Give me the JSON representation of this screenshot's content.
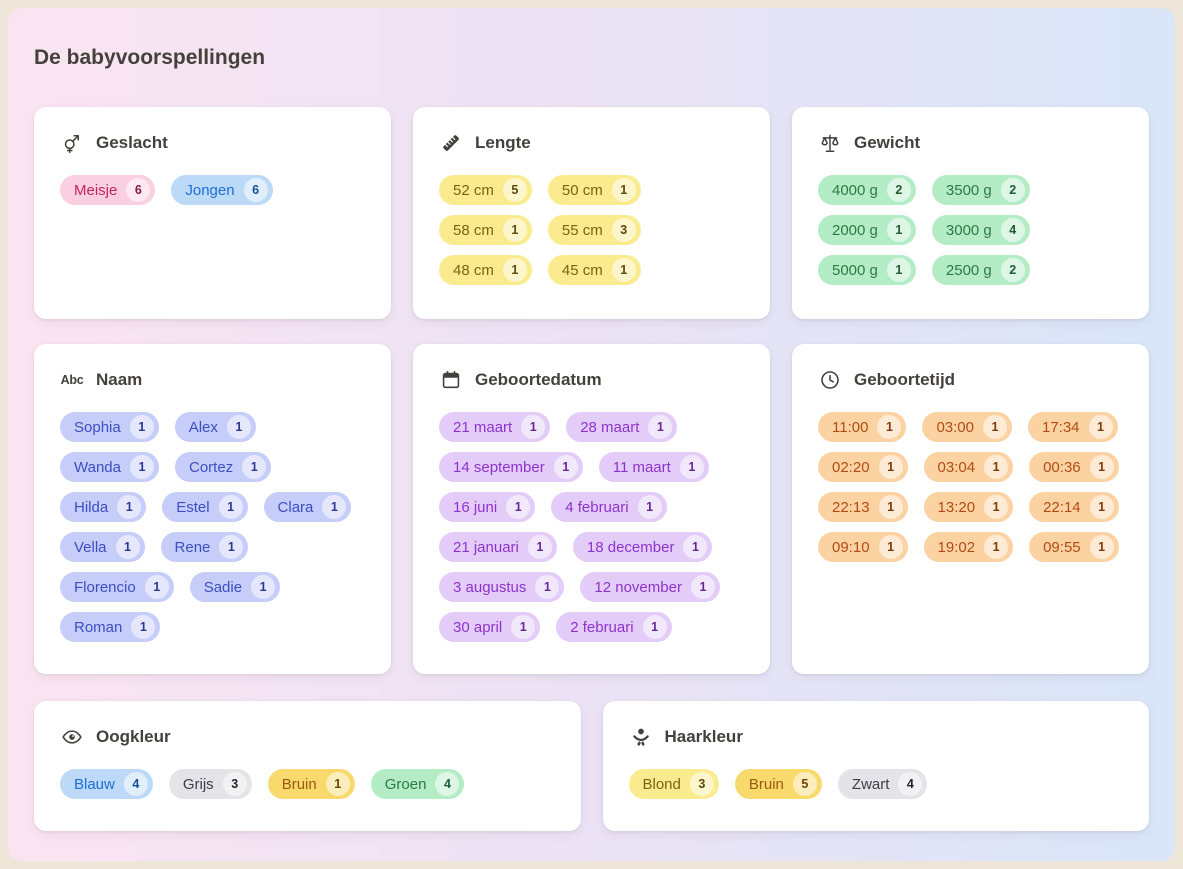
{
  "title": "De babyvoorspellingen",
  "pill_colors": {
    "pink": {
      "bg": "#F9CFE1",
      "text": "#C2255C",
      "badge_text": "#8C1B44"
    },
    "blue": {
      "bg": "#BDD9F8",
      "text": "#1C6FD4",
      "badge_text": "#134F9C"
    },
    "yellow": {
      "bg": "#FAEC8E",
      "text": "#7D6212",
      "badge_text": "#5C480D"
    },
    "green": {
      "bg": "#B4ECC6",
      "text": "#2C7B45",
      "badge_text": "#1F5A33"
    },
    "periwinkle": {
      "bg": "#C6CDF8",
      "text": "#3D4EC2",
      "badge_text": "#2B3892"
    },
    "purple": {
      "bg": "#E3CDF8",
      "text": "#8D33CB",
      "badge_text": "#672596"
    },
    "orange": {
      "bg": "#FBD3A3",
      "text": "#B24B13",
      "badge_text": "#84380E"
    },
    "gray": {
      "bg": "#E3E3E8",
      "text": "#3E3E45",
      "badge_text": "#252529"
    },
    "gold": {
      "bg": "#F8DA6C",
      "text": "#9A5B0C",
      "badge_text": "#704208"
    }
  },
  "cards": [
    {
      "title": "Geslacht",
      "icon": "gender-icon",
      "pills": [
        {
          "label": "Meisje",
          "count": "6",
          "color": "pink"
        },
        {
          "label": "Jongen",
          "count": "6",
          "color": "blue"
        }
      ]
    },
    {
      "title": "Lengte",
      "icon": "ruler-icon",
      "pills": [
        {
          "label": "52 cm",
          "count": "5",
          "color": "yellow"
        },
        {
          "label": "50 cm",
          "count": "1",
          "color": "yellow"
        },
        {
          "label": "58 cm",
          "count": "1",
          "color": "yellow"
        },
        {
          "label": "55 cm",
          "count": "3",
          "color": "yellow"
        },
        {
          "label": "48 cm",
          "count": "1",
          "color": "yellow"
        },
        {
          "label": "45 cm",
          "count": "1",
          "color": "yellow"
        }
      ]
    },
    {
      "title": "Gewicht",
      "icon": "scale-icon",
      "pills": [
        {
          "label": "4000 g",
          "count": "2",
          "color": "green"
        },
        {
          "label": "3500 g",
          "count": "2",
          "color": "green"
        },
        {
          "label": "2000 g",
          "count": "1",
          "color": "green"
        },
        {
          "label": "3000 g",
          "count": "4",
          "color": "green"
        },
        {
          "label": "5000 g",
          "count": "1",
          "color": "green"
        },
        {
          "label": "2500 g",
          "count": "2",
          "color": "green"
        }
      ]
    },
    {
      "title": "Naam",
      "icon": "abc-icon",
      "pills": [
        {
          "label": "Sophia",
          "count": "1",
          "color": "periwinkle"
        },
        {
          "label": "Alex",
          "count": "1",
          "color": "periwinkle"
        },
        {
          "label": "Wanda",
          "count": "1",
          "color": "periwinkle"
        },
        {
          "label": "Cortez",
          "count": "1",
          "color": "periwinkle"
        },
        {
          "label": "Hilda",
          "count": "1",
          "color": "periwinkle"
        },
        {
          "label": "Estel",
          "count": "1",
          "color": "periwinkle"
        },
        {
          "label": "Clara",
          "count": "1",
          "color": "periwinkle"
        },
        {
          "label": "Vella",
          "count": "1",
          "color": "periwinkle"
        },
        {
          "label": "Rene",
          "count": "1",
          "color": "periwinkle"
        },
        {
          "label": "Florencio",
          "count": "1",
          "color": "periwinkle"
        },
        {
          "label": "Sadie",
          "count": "1",
          "color": "periwinkle"
        },
        {
          "label": "Roman",
          "count": "1",
          "color": "periwinkle"
        }
      ]
    },
    {
      "title": "Geboortedatum",
      "icon": "calendar-icon",
      "pills": [
        {
          "label": "21 maart",
          "count": "1",
          "color": "purple"
        },
        {
          "label": "28 maart",
          "count": "1",
          "color": "purple"
        },
        {
          "label": "14 september",
          "count": "1",
          "color": "purple"
        },
        {
          "label": "11 maart",
          "count": "1",
          "color": "purple"
        },
        {
          "label": "16 juni",
          "count": "1",
          "color": "purple"
        },
        {
          "label": "4 februari",
          "count": "1",
          "color": "purple"
        },
        {
          "label": "21 januari",
          "count": "1",
          "color": "purple"
        },
        {
          "label": "18 december",
          "count": "1",
          "color": "purple"
        },
        {
          "label": "3 augustus",
          "count": "1",
          "color": "purple"
        },
        {
          "label": "12 november",
          "count": "1",
          "color": "purple"
        },
        {
          "label": "30 april",
          "count": "1",
          "color": "purple"
        },
        {
          "label": "2 februari",
          "count": "1",
          "color": "purple"
        }
      ]
    },
    {
      "title": "Geboortetijd",
      "icon": "clock-icon",
      "pills": [
        {
          "label": "11:00",
          "count": "1",
          "color": "orange"
        },
        {
          "label": "03:00",
          "count": "1",
          "color": "orange"
        },
        {
          "label": "17:34",
          "count": "1",
          "color": "orange"
        },
        {
          "label": "02:20",
          "count": "1",
          "color": "orange"
        },
        {
          "label": "03:04",
          "count": "1",
          "color": "orange"
        },
        {
          "label": "00:36",
          "count": "1",
          "color": "orange"
        },
        {
          "label": "22:13",
          "count": "1",
          "color": "orange"
        },
        {
          "label": "13:20",
          "count": "1",
          "color": "orange"
        },
        {
          "label": "22:14",
          "count": "1",
          "color": "orange"
        },
        {
          "label": "09:10",
          "count": "1",
          "color": "orange"
        },
        {
          "label": "19:02",
          "count": "1",
          "color": "orange"
        },
        {
          "label": "09:55",
          "count": "1",
          "color": "orange"
        }
      ]
    },
    {
      "title": "Oogkleur",
      "icon": "eye-icon",
      "pills": [
        {
          "label": "Blauw",
          "count": "4",
          "color": "blue"
        },
        {
          "label": "Grijs",
          "count": "3",
          "color": "gray"
        },
        {
          "label": "Bruin",
          "count": "1",
          "color": "gold"
        },
        {
          "label": "Groen",
          "count": "4",
          "color": "green"
        }
      ]
    },
    {
      "title": "Haarkleur",
      "icon": "baby-icon",
      "pills": [
        {
          "label": "Blond",
          "count": "3",
          "color": "yellow"
        },
        {
          "label": "Bruin",
          "count": "5",
          "color": "gold"
        },
        {
          "label": "Zwart",
          "count": "4",
          "color": "gray"
        }
      ]
    }
  ]
}
